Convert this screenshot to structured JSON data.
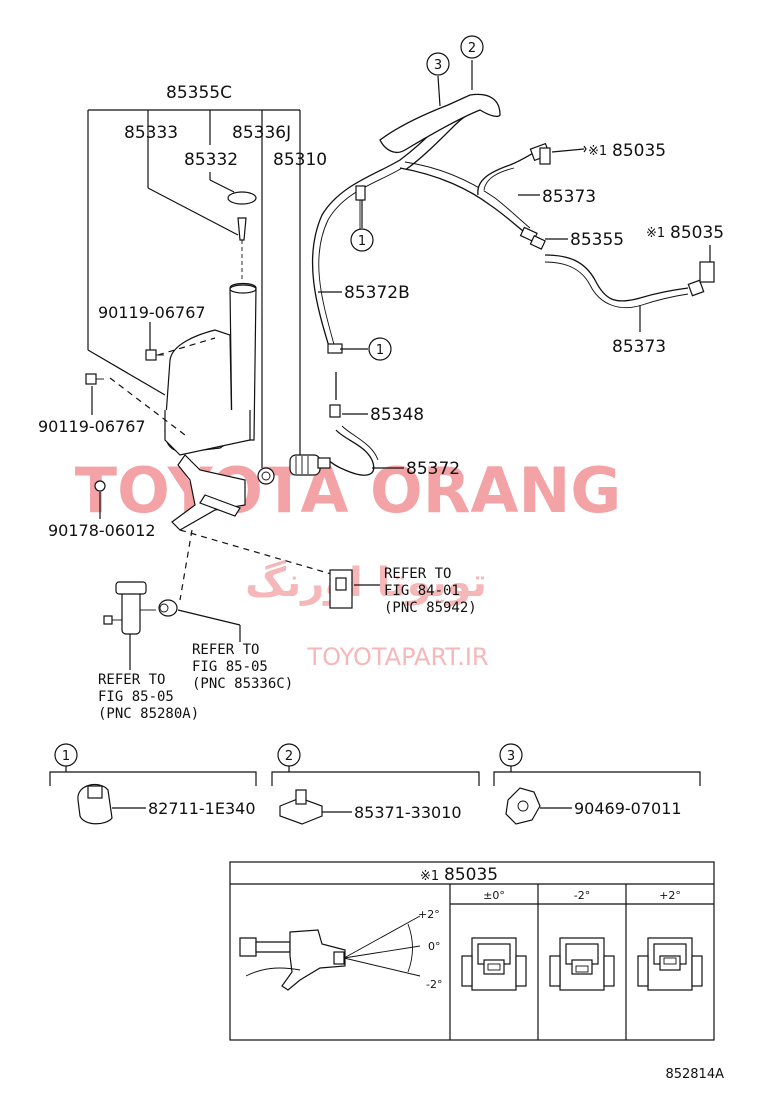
{
  "labels": {
    "p85355C": "85355C",
    "p85333": "85333",
    "p85336J": "85336J",
    "p85332": "85332",
    "p85310": "85310",
    "p90119a": "90119-06767",
    "p90119b": "90119-06767",
    "p85372B": "85372B",
    "p85348": "85348",
    "p85372": "85372",
    "p90178": "90178-06012",
    "p85035a": "85035",
    "p85035b": "85035",
    "p85373a": "85373",
    "p85373b": "85373",
    "p85355": "85355",
    "note_mark": "※1"
  },
  "callouts": {
    "c1": "1",
    "c2": "2",
    "c3": "3"
  },
  "refs": {
    "r1_line1": "REFER TO",
    "r1_line2": "FIG 84-01",
    "r1_line3": "(PNC 85942)",
    "r2_line1": "REFER TO",
    "r2_line2": "FIG 85-05",
    "r2_line3": "(PNC 85336C)",
    "r3_line1": "REFER TO",
    "r3_line2": "FIG 85-05",
    "r3_line3": "(PNC 85280A)"
  },
  "legend": [
    {
      "num": "1",
      "part": "82711-1E340"
    },
    {
      "num": "2",
      "part": "85371-33010"
    },
    {
      "num": "3",
      "part": "90469-07011"
    }
  ],
  "detail_box": {
    "title_mark": "※1",
    "title": "85035",
    "angle_plus": "+2°",
    "angle_zero": "0°",
    "angle_minus": "-2°",
    "col1": "±0°",
    "col2": "-2°",
    "col3": "+2°"
  },
  "watermark": {
    "main": "TOYOTA ORANG",
    "persian": "تویوتا اورنگ",
    "site": "TOYOTAPART.IR"
  },
  "figure_id": "852814A",
  "colors": {
    "watermark": "#f3a3a6",
    "ink": "#111111"
  }
}
